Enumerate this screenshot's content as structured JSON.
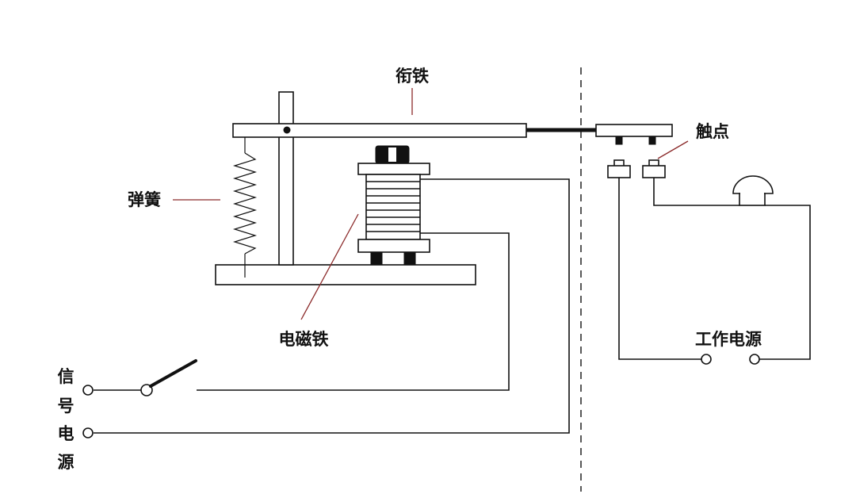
{
  "labels": {
    "armature": "衔铁",
    "spring": "弹簧",
    "electromagnet": "电磁铁",
    "contacts": "触点",
    "working_power": "工作电源",
    "signal_power": [
      "信",
      "号",
      "电",
      "源"
    ]
  }
}
